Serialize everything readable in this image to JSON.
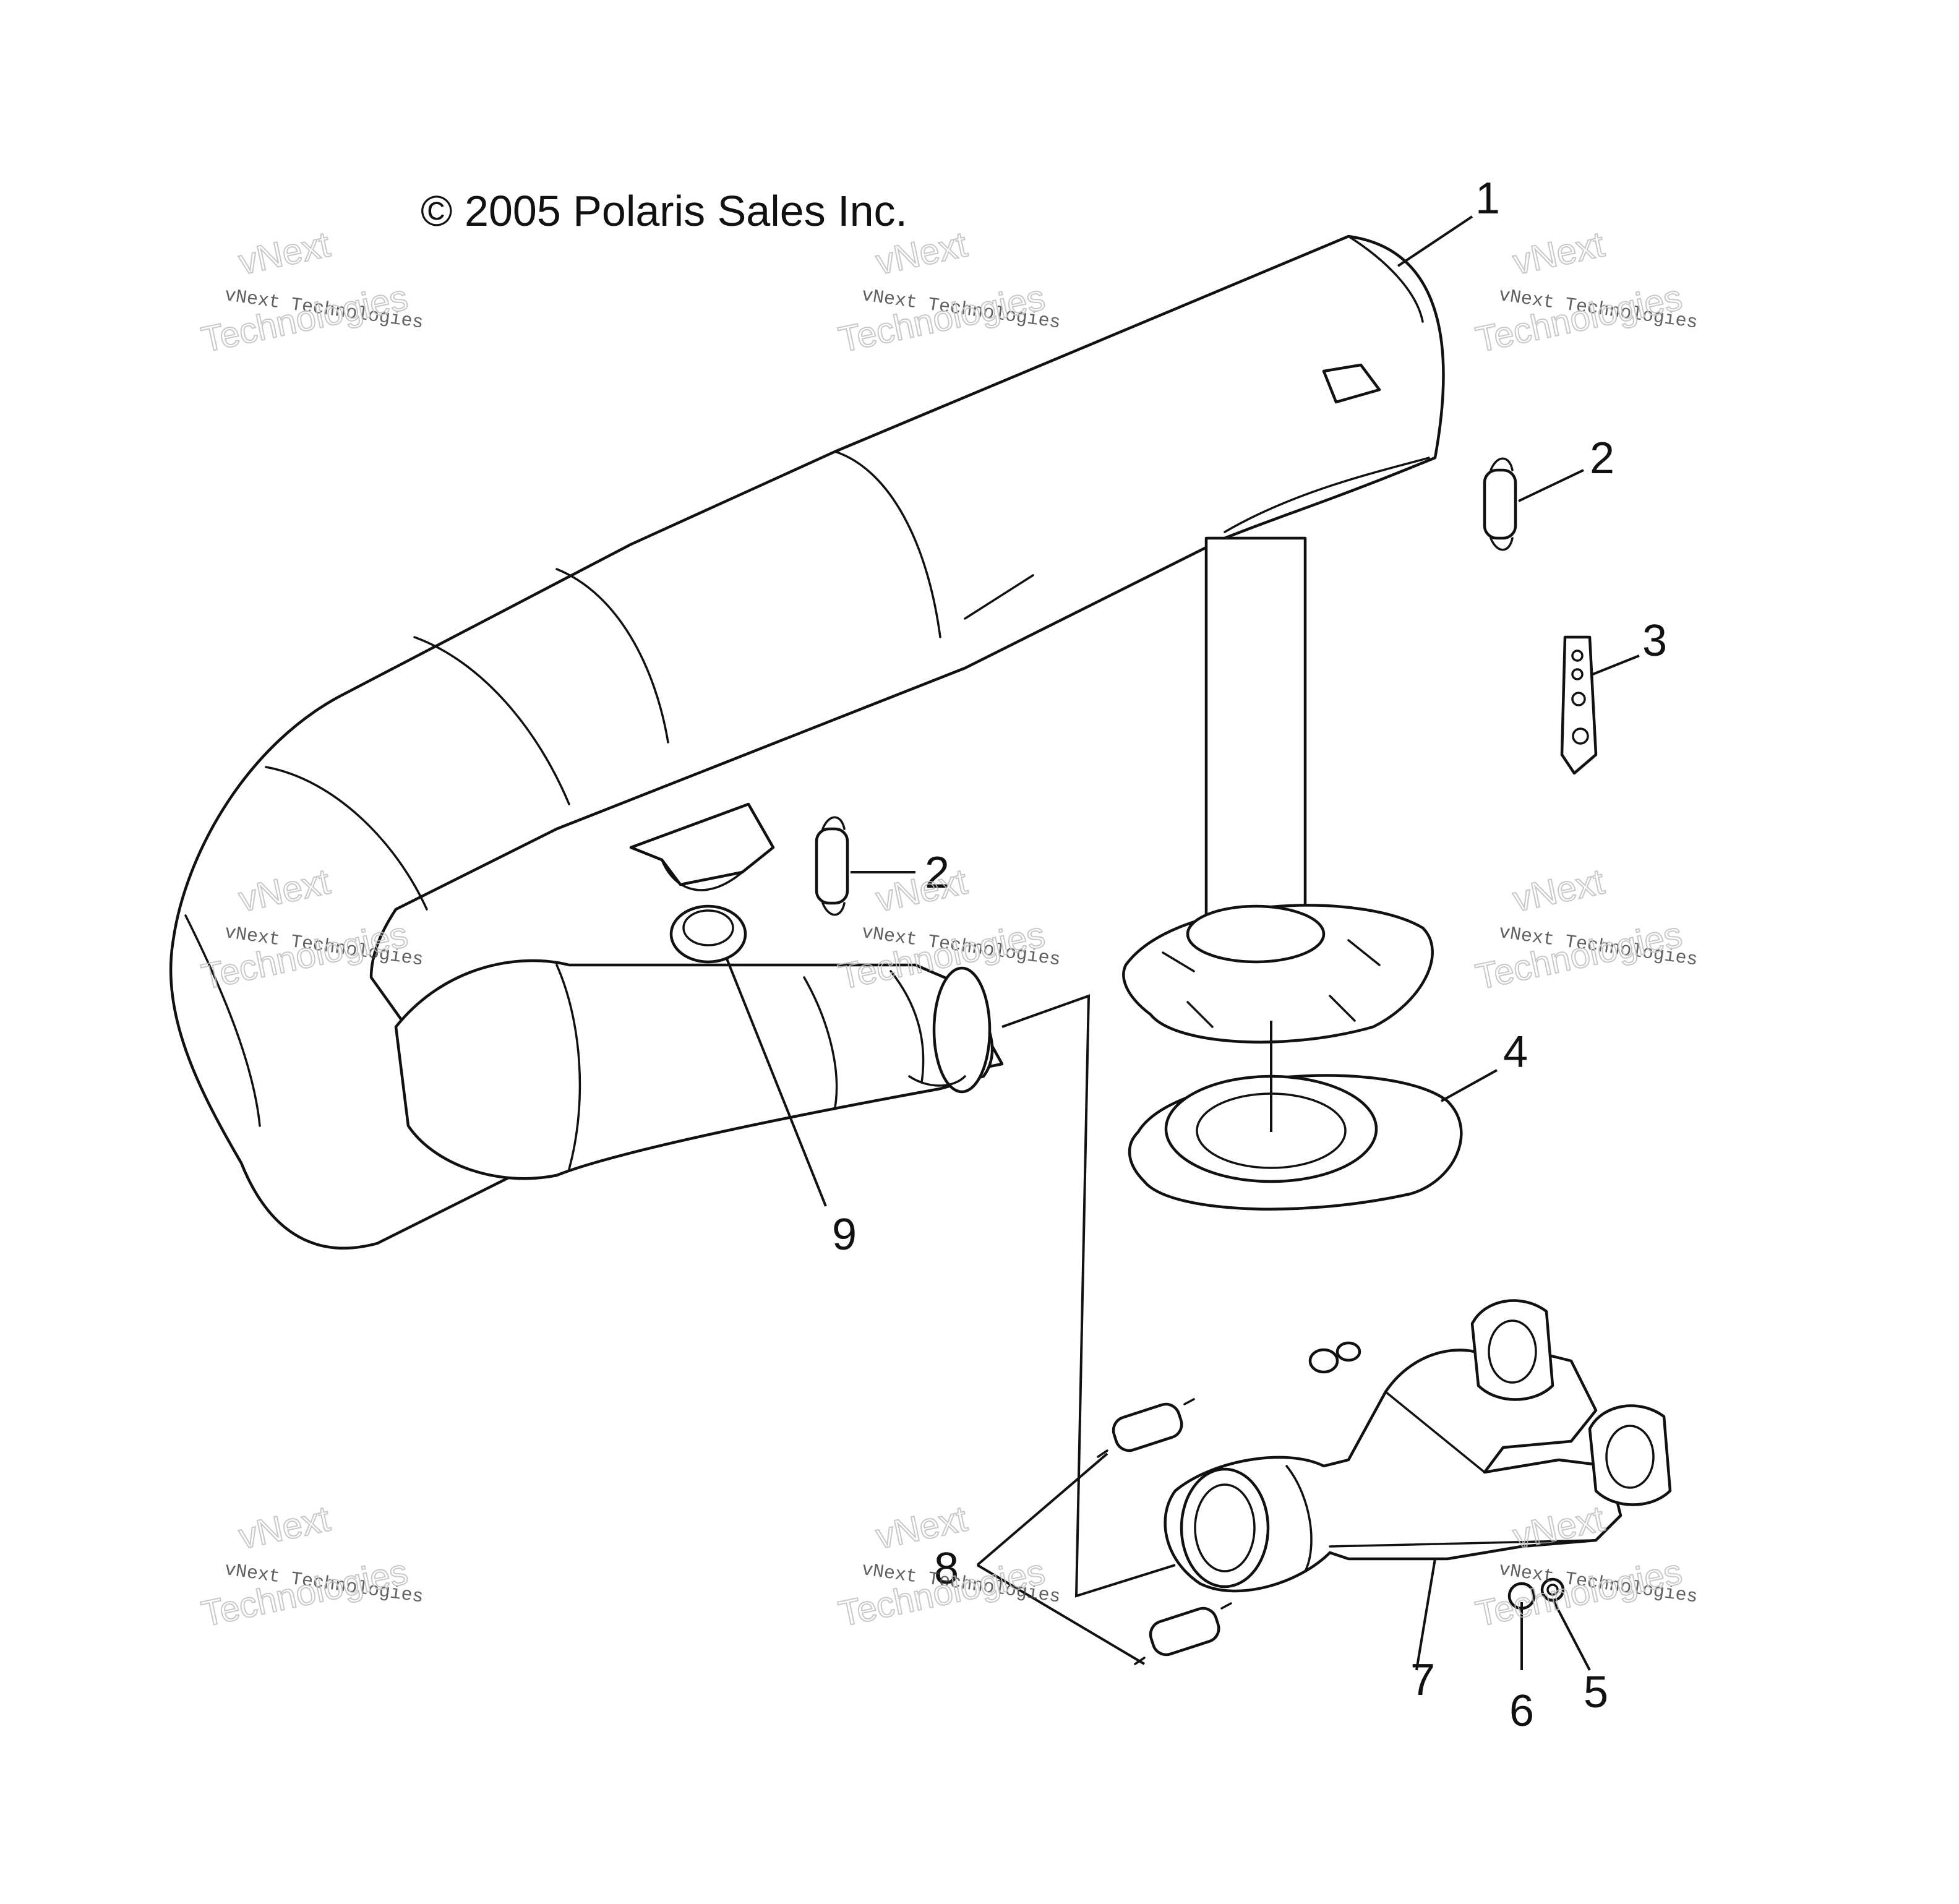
{
  "copyright": "© 2005 Polaris Sales Inc.",
  "callouts": [
    {
      "id": "1",
      "label": "1"
    },
    {
      "id": "2a",
      "label": "2"
    },
    {
      "id": "2b",
      "label": "2"
    },
    {
      "id": "3",
      "label": "3"
    },
    {
      "id": "4",
      "label": "4"
    },
    {
      "id": "5",
      "label": "5"
    },
    {
      "id": "6",
      "label": "6"
    },
    {
      "id": "7",
      "label": "7"
    },
    {
      "id": "8",
      "label": "8"
    },
    {
      "id": "9",
      "label": "9"
    }
  ],
  "watermark": {
    "line_small": "vNext Technologies",
    "line_big_1": "vNext",
    "line_big_2": "Technologies"
  }
}
